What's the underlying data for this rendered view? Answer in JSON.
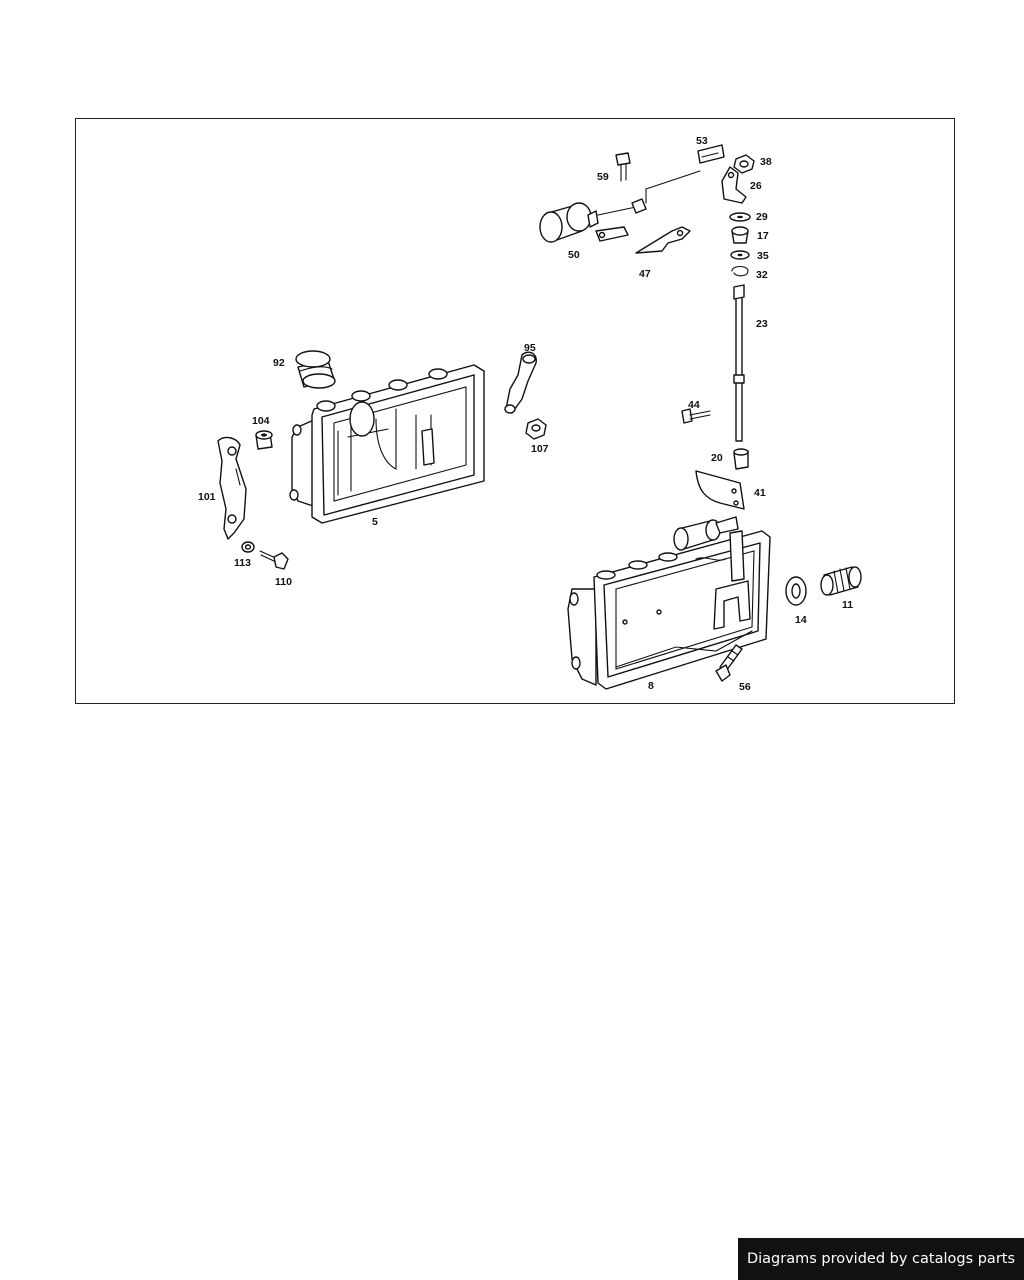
{
  "diagram": {
    "callouts": [
      "53",
      "38",
      "59",
      "26",
      "29",
      "17",
      "50",
      "35",
      "47",
      "32",
      "23",
      "92",
      "95",
      "104",
      "44",
      "107",
      "20",
      "101",
      "41",
      "5",
      "113",
      "110",
      "11",
      "14",
      "8",
      "56"
    ]
  },
  "footer": {
    "text": "Diagrams provided by catalogs parts"
  }
}
